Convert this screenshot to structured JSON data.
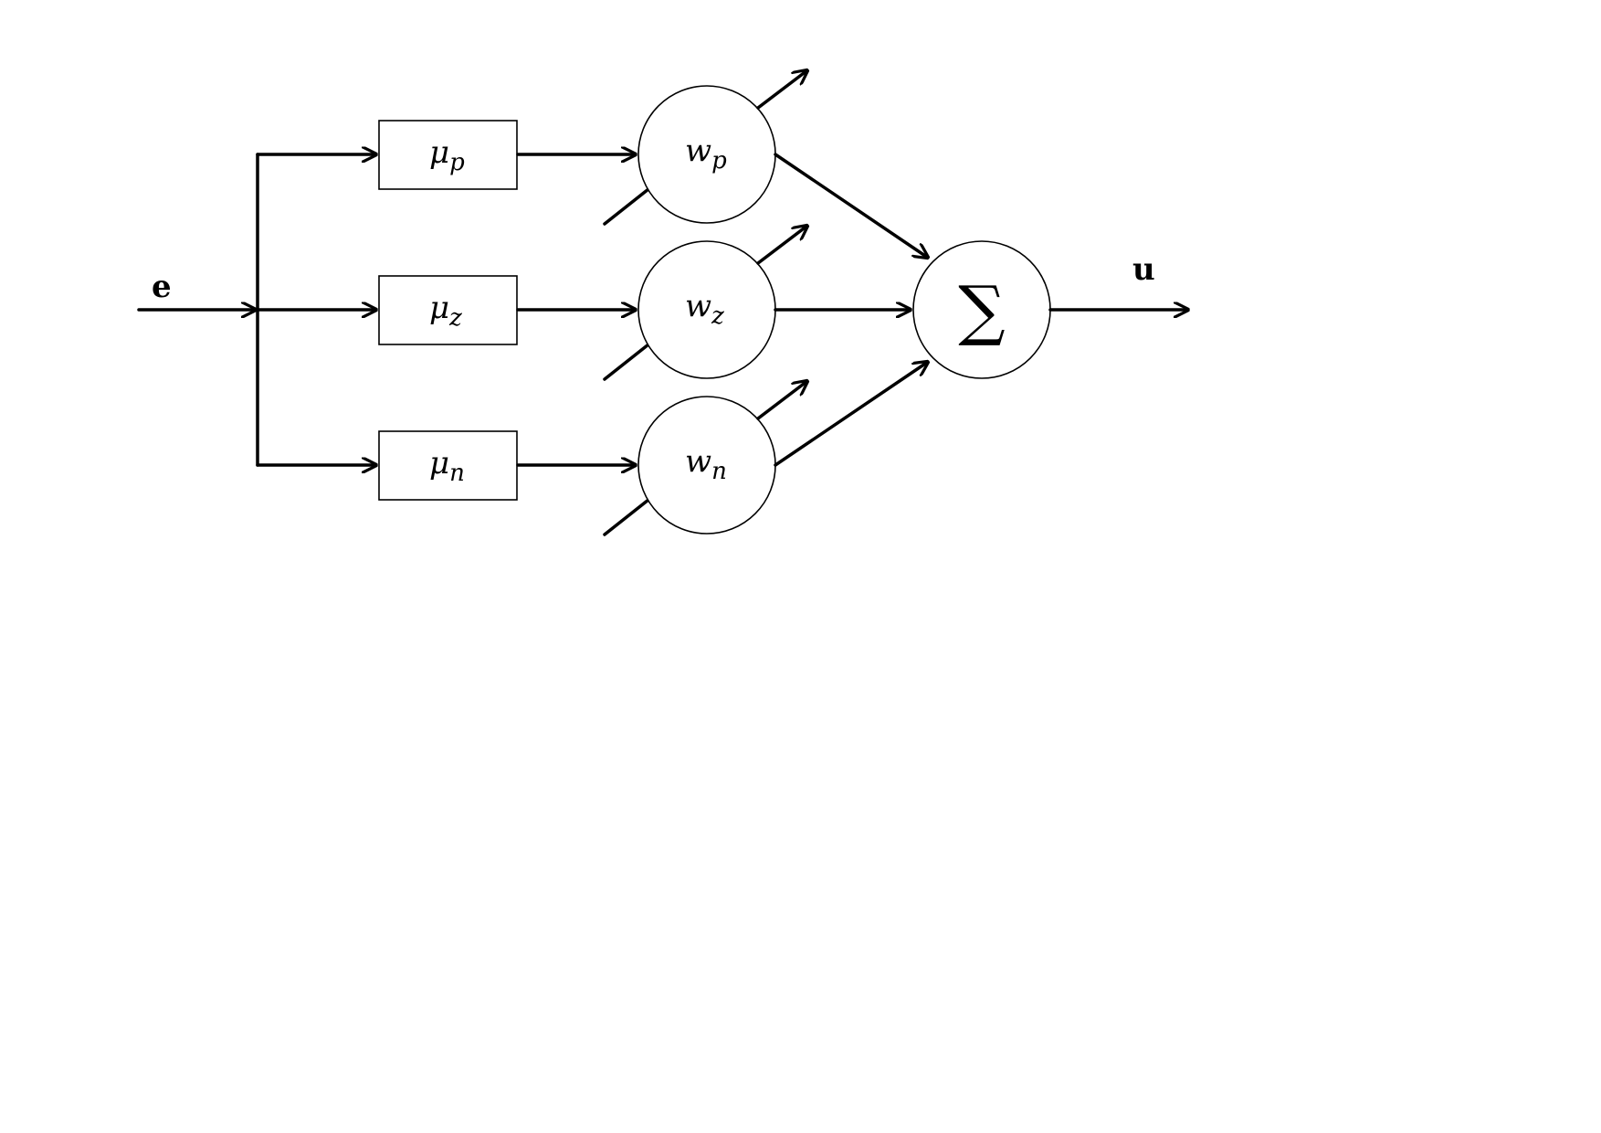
{
  "input_label": "e",
  "output_label": "u",
  "sum_symbol": "∑",
  "branches": [
    {
      "membership": {
        "base": "μ",
        "sub": "p"
      },
      "weight": {
        "base": "w",
        "sub": "p"
      }
    },
    {
      "membership": {
        "base": "μ",
        "sub": "z"
      },
      "weight": {
        "base": "w",
        "sub": "z"
      }
    },
    {
      "membership": {
        "base": "μ",
        "sub": "n"
      },
      "weight": {
        "base": "w",
        "sub": "n"
      }
    }
  ]
}
